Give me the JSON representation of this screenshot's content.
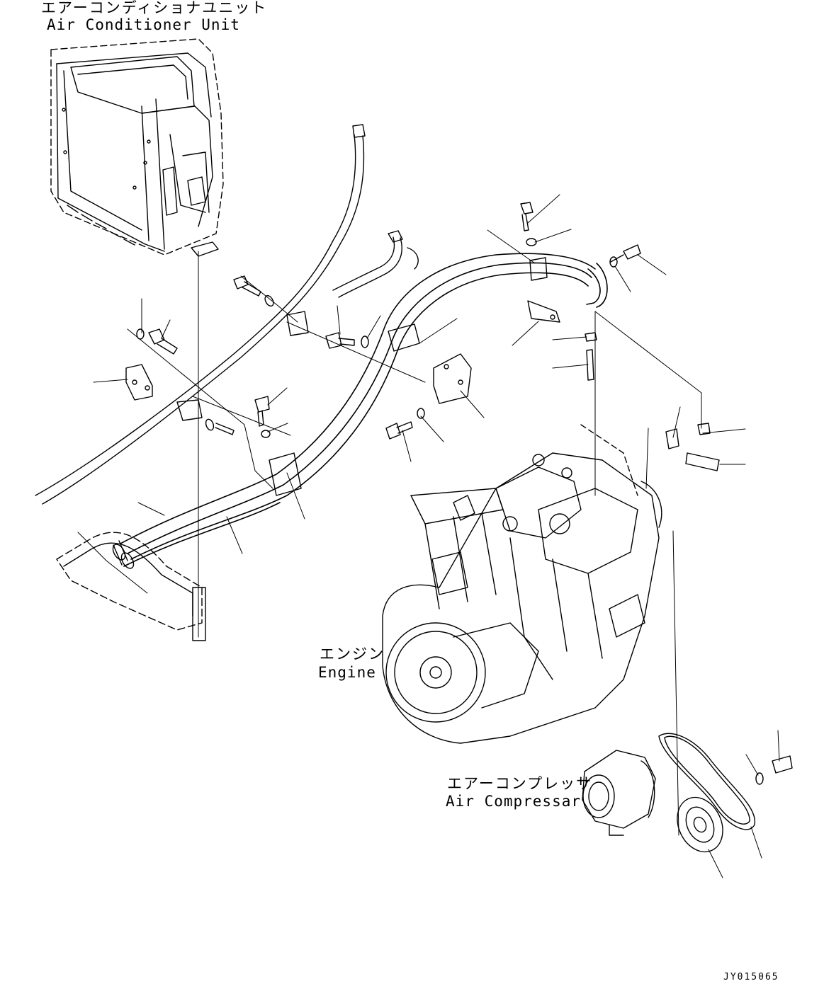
{
  "labels": {
    "air_conditioner_unit": {
      "jp": "エアーコンディショナユニット",
      "en": "Air Conditioner Unit"
    },
    "engine": {
      "jp": "エンジン",
      "en": "Engine"
    },
    "air_compressor": {
      "jp": "エアーコンプレッサ",
      "en": "Air Compressar"
    },
    "drawing_code": "JY015065"
  },
  "line_color": "#000000",
  "background": "#ffffff"
}
